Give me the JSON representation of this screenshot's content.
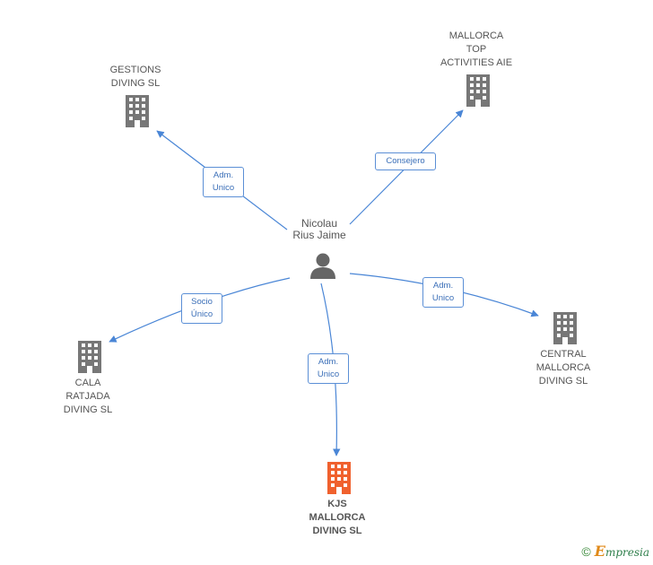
{
  "colors": {
    "edge": "#4a86d6",
    "company_icon": "#777777",
    "focal_icon": "#f0612e",
    "person_icon": "#666666",
    "label": "#555555",
    "badge_border": "#5b8fd6",
    "badge_text": "#3b6fb8"
  },
  "person": {
    "name": "Nicolau\nRius Jaime",
    "icon": "person-icon"
  },
  "companies": {
    "gestions": {
      "name": "GESTIONS\nDIVING SL",
      "icon": "building-icon"
    },
    "mallorca_top": {
      "name": "MALLORCA\nTOP\nACTIVITIES AIE",
      "icon": "building-icon"
    },
    "central": {
      "name": "CENTRAL\nMALLORCA\nDIVING SL",
      "icon": "building-icon"
    },
    "cala": {
      "name": "CALA\nRATJADA\nDIVING SL",
      "icon": "building-icon"
    },
    "kjs": {
      "name": "KJS\nMALLORCA\nDIVING SL",
      "icon": "building-icon",
      "focal": true
    }
  },
  "relations": {
    "gestions": "Adm.\nUnico",
    "mallorca_top": "Consejero",
    "central": "Adm.\nUnico",
    "cala": "Socio\nÚnico",
    "kjs": "Adm.\nUnico"
  },
  "footer": {
    "copyright": "©",
    "brand_initial": "E",
    "brand_rest": "mpresia"
  }
}
